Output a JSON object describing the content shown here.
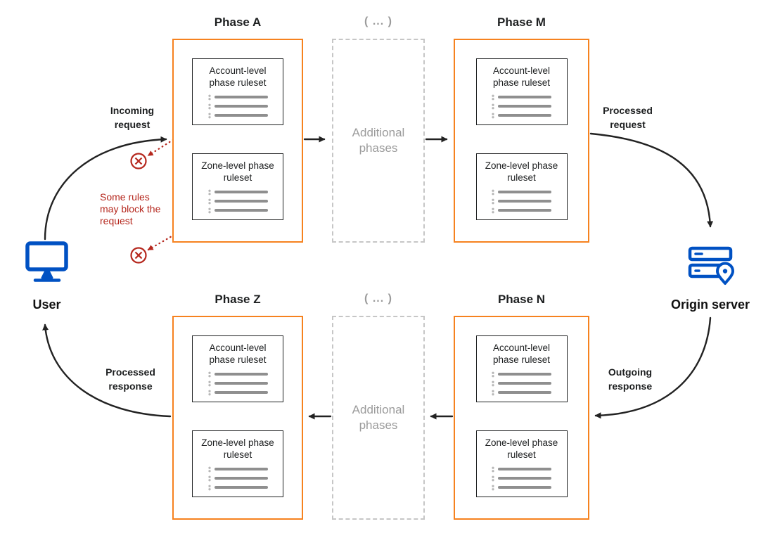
{
  "diagram": {
    "phases": [
      {
        "title": "Phase A",
        "account_ruleset": "Account-level phase ruleset",
        "zone_ruleset": "Zone-level phase ruleset"
      },
      {
        "title": "Phase M",
        "account_ruleset": "Account-level phase ruleset",
        "zone_ruleset": "Zone-level phase ruleset"
      },
      {
        "title": "Phase Z",
        "account_ruleset": "Account-level phase ruleset",
        "zone_ruleset": "Zone-level phase ruleset"
      },
      {
        "title": "Phase N",
        "account_ruleset": "Account-level phase ruleset",
        "zone_ruleset": "Zone-level phase ruleset"
      }
    ],
    "additional_phases_top": {
      "ellipsis": "( ... )",
      "label": "Additional phases"
    },
    "additional_phases_bottom": {
      "ellipsis": "( ... )",
      "label": "Additional phases"
    },
    "actors": {
      "user": "User",
      "origin": "Origin server"
    },
    "flow_labels": {
      "incoming_request": "Incoming request",
      "processed_request": "Processed request",
      "outgoing_response": "Outgoing response",
      "processed_response": "Processed response"
    },
    "warning": "Some rules may block the request",
    "colors": {
      "phase_border": "#f6821f",
      "actor_icon": "#0051c3",
      "warning_red": "#b5271d",
      "muted_gray": "#9b9b9b",
      "arrow_dark": "#222222"
    }
  }
}
